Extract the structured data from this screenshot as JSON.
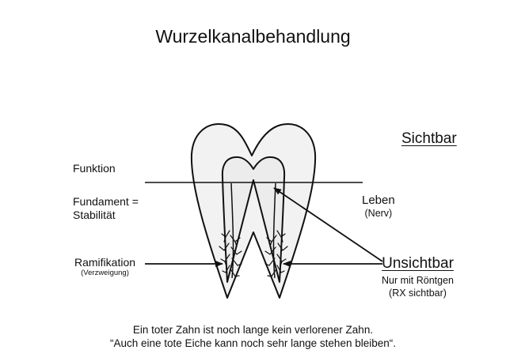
{
  "title": "Wurzelkanalbehandlung",
  "labels": {
    "sichtbar": "Sichtbar",
    "funktion": "Funktion",
    "fundament_line1": "Fundament =",
    "fundament_line2": "Stabilität",
    "leben": "Leben",
    "nerv": "(Nerv)",
    "ramification": "Ramifikation",
    "verzweigung": "(Verzweigung)",
    "unsichtbar": "Unsichtbar",
    "roentgen_line1": "Nur mit Röntgen",
    "roentgen_line2": "(RX sichtbar)"
  },
  "footer": {
    "line1": "Ein toter Zahn ist noch lange kein verlorener Zahn.",
    "line2": "“Auch eine tote Eiche kann noch sehr lange stehen bleiben“."
  }
}
